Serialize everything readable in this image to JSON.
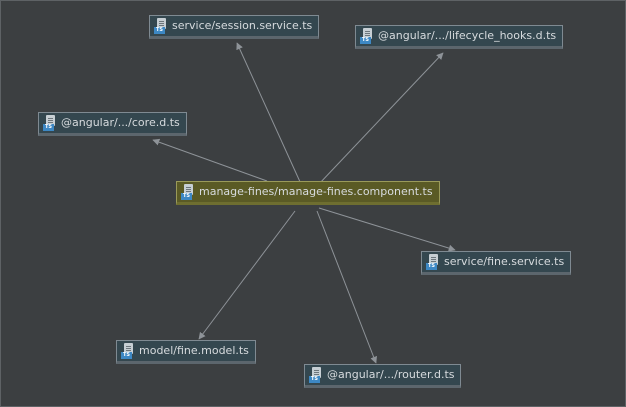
{
  "icon": {
    "name": "typescript-file-icon",
    "badge": "TS"
  },
  "colors": {
    "background": "#3c3f41",
    "node_fill": "#34474f",
    "center_fill": "#5a5a25",
    "edge": "#8e9398",
    "text": "#d7dbde",
    "ts_badge": "#3d88c4"
  },
  "diagram": {
    "center": {
      "id": "manage-fines",
      "label": "manage-fines/manage-fines.component.ts"
    },
    "nodes": [
      {
        "id": "session-service",
        "label": "service/session.service.ts"
      },
      {
        "id": "lifecycle-hooks",
        "label": "@angular/.../lifecycle_hooks.d.ts"
      },
      {
        "id": "core",
        "label": "@angular/.../core.d.ts"
      },
      {
        "id": "fine-service",
        "label": "service/fine.service.ts"
      },
      {
        "id": "fine-model",
        "label": "model/fine.model.ts"
      },
      {
        "id": "router",
        "label": "@angular/.../router.d.ts"
      }
    ],
    "edges": [
      {
        "from": "manage-fines",
        "to": "session-service"
      },
      {
        "from": "manage-fines",
        "to": "lifecycle-hooks"
      },
      {
        "from": "manage-fines",
        "to": "core"
      },
      {
        "from": "manage-fines",
        "to": "fine-service"
      },
      {
        "from": "manage-fines",
        "to": "fine-model"
      },
      {
        "from": "manage-fines",
        "to": "router"
      }
    ]
  }
}
